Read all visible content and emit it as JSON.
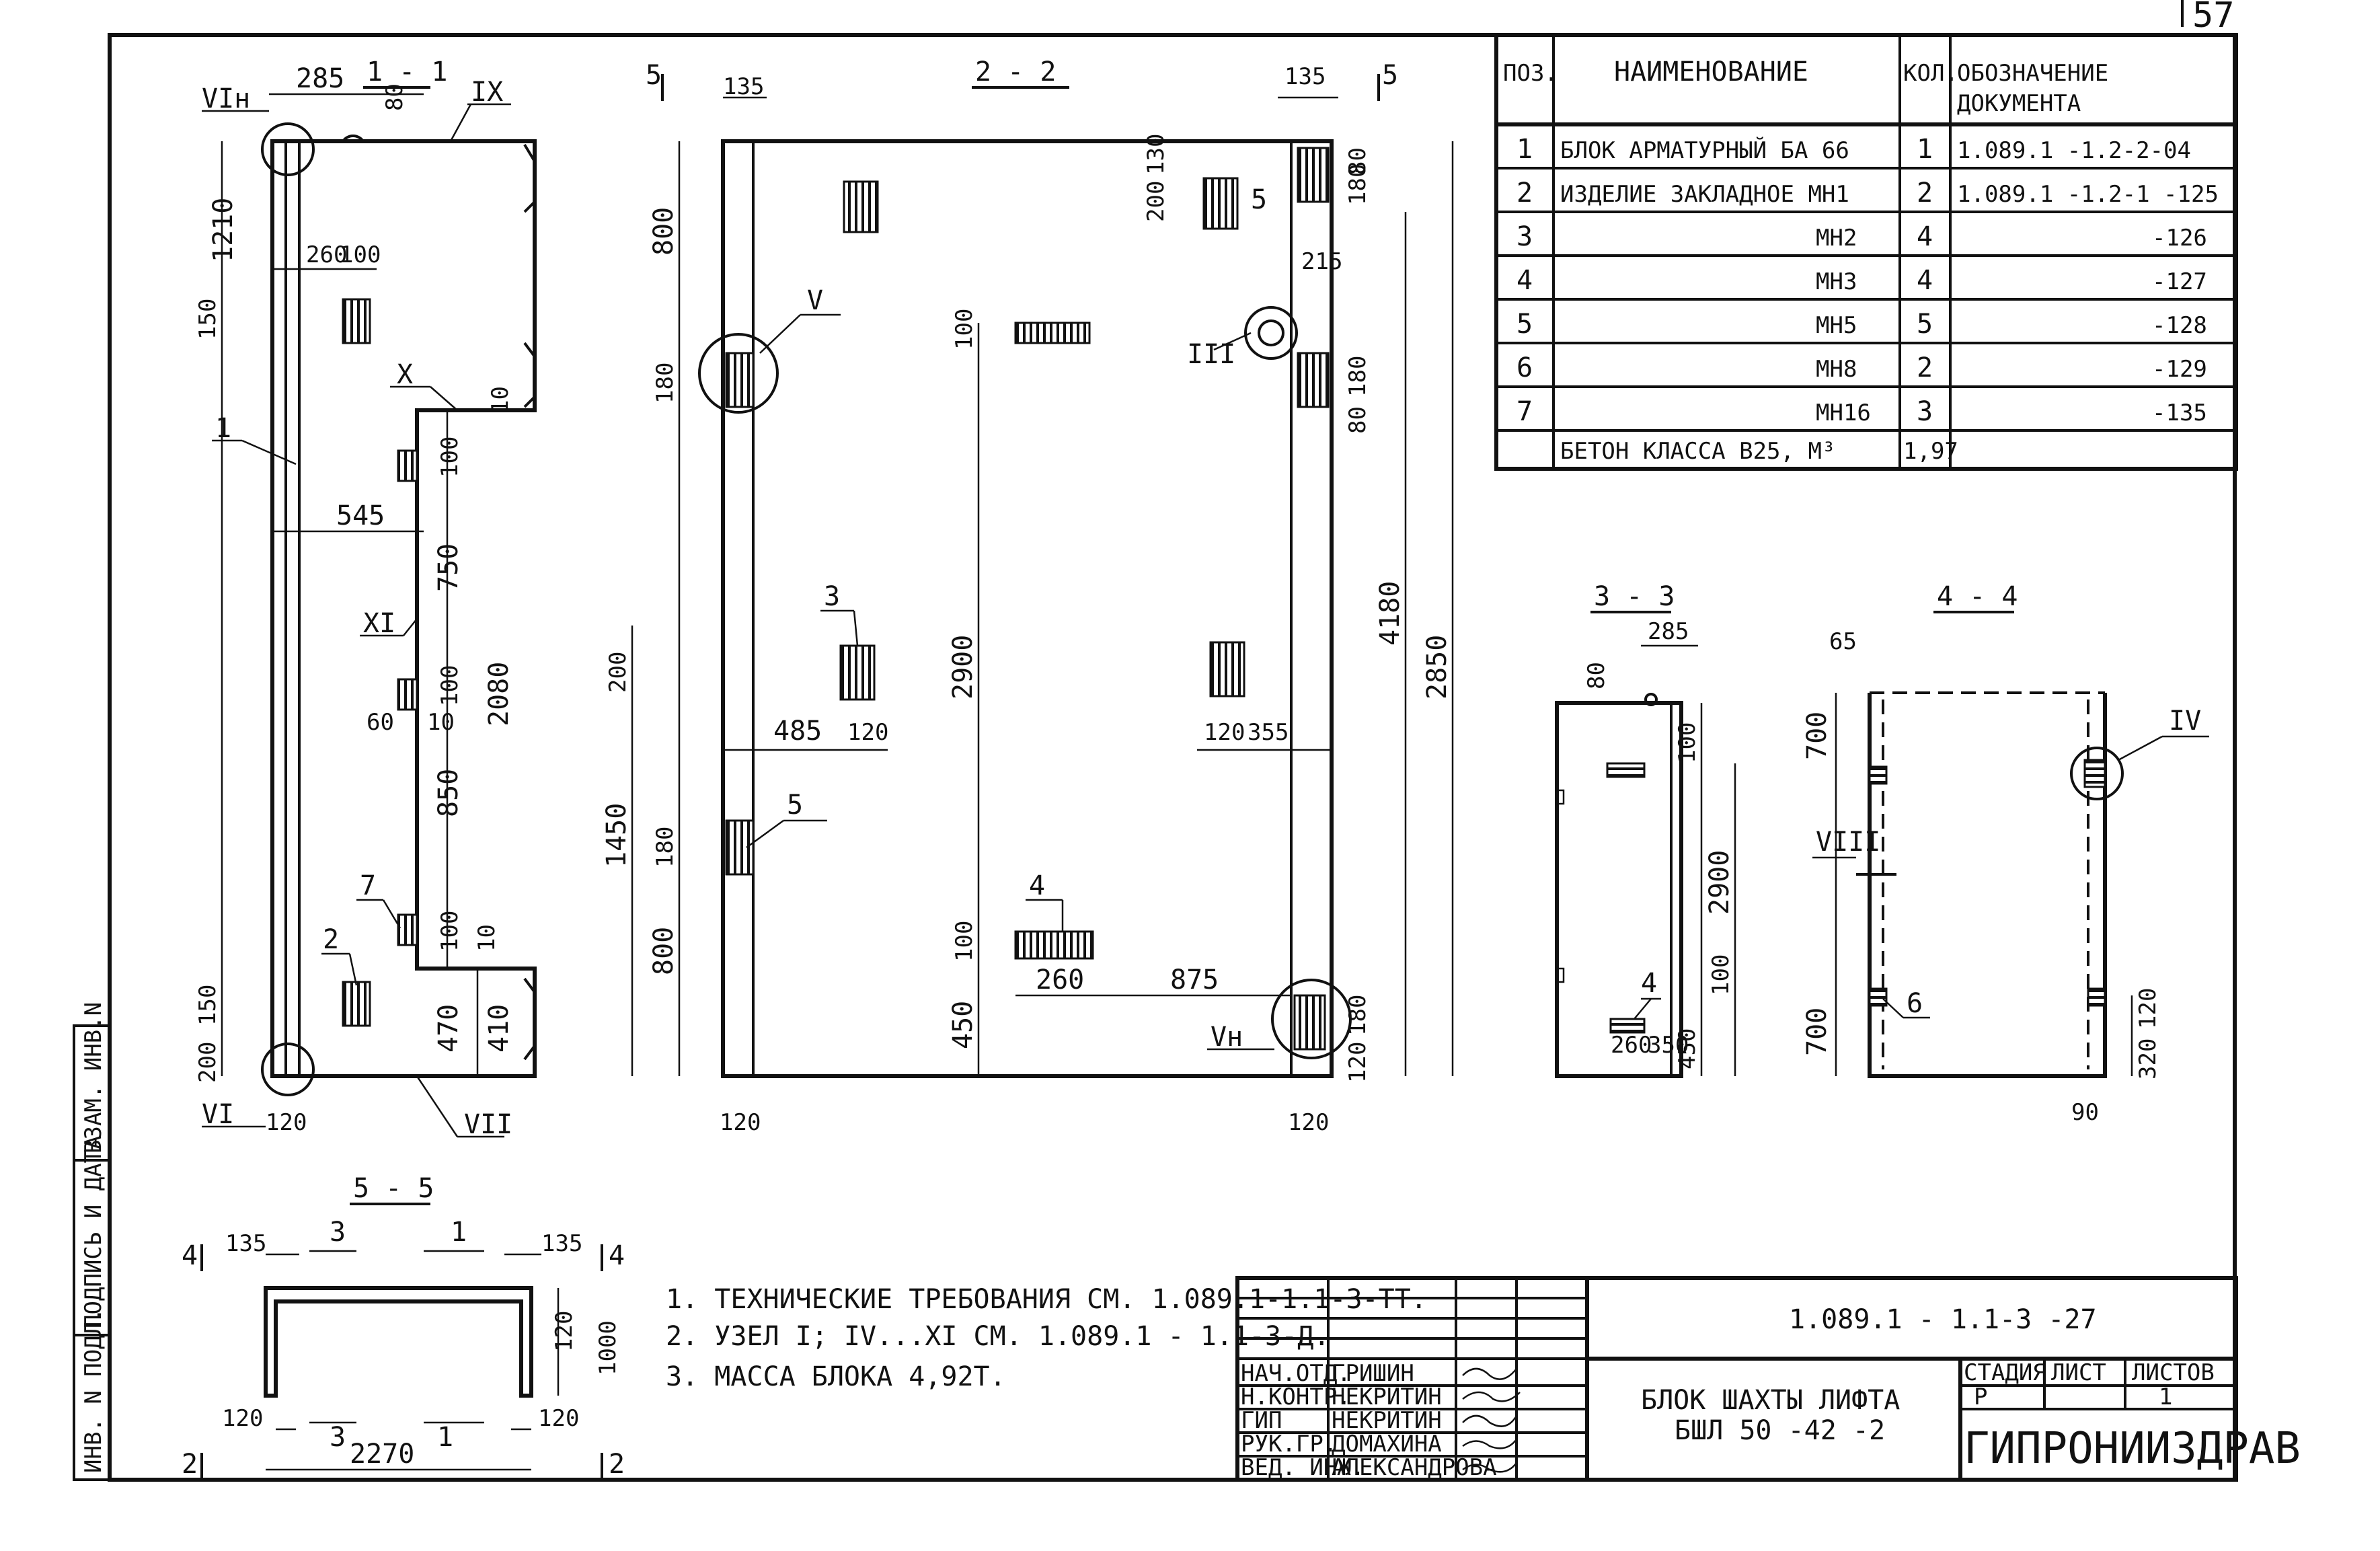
{
  "page_number": "57",
  "views": {
    "v11": {
      "title": "1 - 1",
      "dims": [
        "285",
        "80",
        "1210",
        "260",
        "100",
        "150",
        "10",
        "545",
        "100",
        "750",
        "2080",
        "100",
        "60",
        "10",
        "850",
        "100",
        "10",
        "200",
        "150",
        "120",
        "470",
        "410"
      ],
      "labels": [
        "VIн",
        "IX",
        "X",
        "XI",
        "VI",
        "VII",
        "1",
        "2",
        "7"
      ]
    },
    "v22": {
      "title": "2 - 2",
      "dims": [
        "135",
        "135",
        "800",
        "200",
        "130",
        "80",
        "180",
        "215",
        "180",
        "80",
        "180",
        "100",
        "2900",
        "2850",
        "4180",
        "200",
        "1450",
        "485",
        "120",
        "120",
        "355",
        "180",
        "800",
        "100",
        "450",
        "260",
        "875",
        "180",
        "120",
        "120",
        "120"
      ],
      "labels": [
        "5",
        "5",
        "5",
        "V",
        "III",
        "3",
        "5",
        "4",
        "Vн"
      ]
    },
    "v33": {
      "title": "3 - 3",
      "dims": [
        "285",
        "80",
        "100",
        "2900",
        "100",
        "450",
        "260",
        "350"
      ],
      "labels": [
        "4"
      ]
    },
    "v44": {
      "title": "4 - 4",
      "dims": [
        "65",
        "700",
        "700",
        "120",
        "320",
        "90"
      ],
      "labels": [
        "IV",
        "VIII",
        "6"
      ]
    },
    "v55": {
      "title": "5 - 5",
      "dims": [
        "135",
        "135",
        "120",
        "1000",
        "120",
        "120",
        "2270"
      ],
      "labels": [
        "4",
        "4",
        "3",
        "1",
        "3",
        "1",
        "2",
        "2"
      ]
    }
  },
  "spec_table": {
    "headers": [
      "ПОЗ.",
      "НАИМЕНОВАНИЕ",
      "КОЛ.",
      "ОБОЗНАЧЕНИЕ ДОКУМЕНТА"
    ],
    "rows": [
      [
        "1",
        "БЛОК АРМАТУРНЫЙ   БА 66",
        "1",
        "1.089.1 -1.2-2-04"
      ],
      [
        "2",
        "ИЗДЕЛИЕ ЗАКЛАДНОЕ МН1",
        "2",
        "1.089.1 -1.2-1 -125"
      ],
      [
        "3",
        "МН2",
        "4",
        "-126"
      ],
      [
        "4",
        "МН3",
        "4",
        "-127"
      ],
      [
        "5",
        "МН5",
        "5",
        "-128"
      ],
      [
        "6",
        "МН8",
        "2",
        "-129"
      ],
      [
        "7",
        "МН16",
        "3",
        "-135"
      ],
      [
        "",
        "БЕТОН  КЛАССА  В25, М³",
        "1,97",
        ""
      ]
    ]
  },
  "notes": [
    "1. ТЕХНИЧЕСКИЕ ТРЕБОВАНИЯ СМ. 1.089.1-1.1-3-ТТ.",
    "2. УЗЕЛ I; IV...XI СМ. 1.089.1 - 1.1-3-Д.",
    "3. МАССА БЛОКА  4,92Т."
  ],
  "stamp": {
    "code": "1.089.1 - 1.1-3 -27",
    "title": "БЛОК  ШАХТЫ ЛИФТА",
    "mark": "БШЛ 50 -42 -2",
    "stage_label": "СТАДИЯ",
    "sheet_label": "ЛИСТ",
    "sheets_label": "ЛИСТОВ",
    "stage": "Р",
    "sheets": "1",
    "org": "ГИПРОНИИЗДРАВ",
    "people": [
      [
        "НАЧ.ОТД.",
        "ГРИШИН"
      ],
      [
        "Н.КОНТР.",
        "НЕКРИТИН"
      ],
      [
        "ГИП",
        "НЕКРИТИН"
      ],
      [
        "РУК.ГР.",
        "ДОМАХИНА"
      ],
      [
        "ВЕД. ИНЖ.",
        "АЛЕКСАНДРОВА"
      ]
    ]
  },
  "side_labels": [
    "ИНВ. N ПОДЛ.",
    "ПОДПИСЬ И ДАТА",
    "ВЗАМ. ИНВ.N"
  ]
}
